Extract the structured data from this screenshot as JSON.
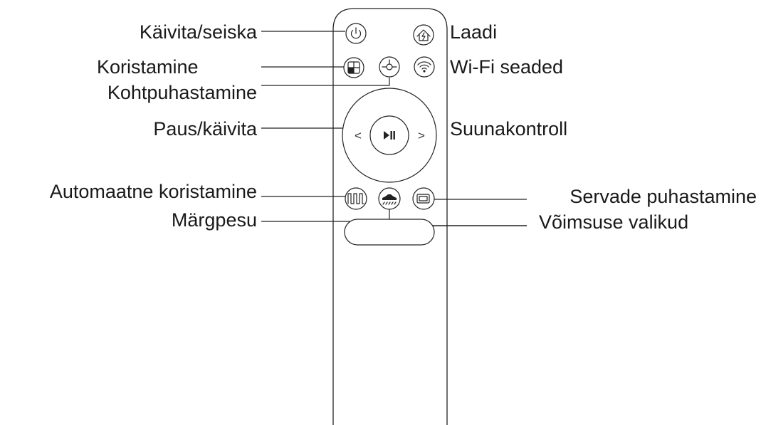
{
  "labels": {
    "power": "Käivita/seiska",
    "charge": "Laadi",
    "clean": "Koristamine",
    "wifi": "Wi-Fi seaded",
    "spot": "Kohtpuhastamine",
    "pause": "Paus/käivita",
    "direction": "Suunakontroll",
    "auto": "Automaatne koristamine",
    "edge": "Servade puhastamine",
    "mop": "Märgpesu",
    "power_options": "Võimsuse valikud"
  },
  "icons": {
    "power": "power-icon",
    "charge": "home-charge-icon",
    "clean": "room-grid-icon",
    "spot": "spot-target-icon",
    "wifi": "wifi-icon",
    "left": "chevron-left-icon",
    "right": "chevron-right-icon",
    "play_pause": "play-pause-icon",
    "auto": "zigzag-icon",
    "mop": "mop-icon",
    "edge": "edge-clean-icon"
  }
}
